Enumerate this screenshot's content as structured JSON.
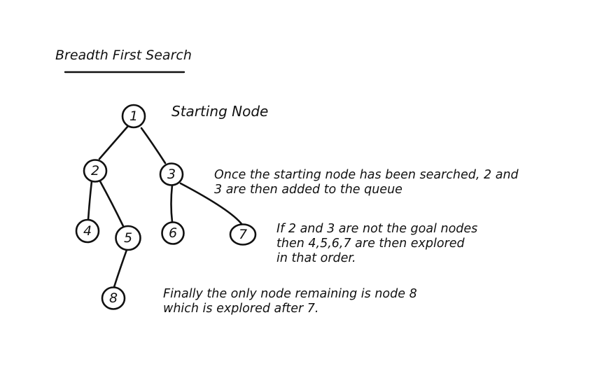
{
  "title": "Breadth First Search",
  "start_label": "Starting Node",
  "notes": {
    "queue": [
      "Once the starting node has been searched, 2 and",
      "3 are then added to the queue"
    ],
    "explore": [
      "If 2 and 3 are not the goal nodes",
      "then 4,5,6,7 are then explored",
      "in that order."
    ],
    "final": [
      "Finally the only node remaining is node 8",
      "which is explored after 7."
    ]
  },
  "tree": {
    "nodes": [
      "1",
      "2",
      "3",
      "4",
      "5",
      "6",
      "7",
      "8"
    ],
    "edges": [
      [
        "1",
        "2"
      ],
      [
        "1",
        "3"
      ],
      [
        "2",
        "4"
      ],
      [
        "2",
        "5"
      ],
      [
        "3",
        "6"
      ],
      [
        "3",
        "7"
      ],
      [
        "5",
        "8"
      ]
    ]
  },
  "colors": {
    "ink": "#111111",
    "paper": "#ffffff"
  }
}
